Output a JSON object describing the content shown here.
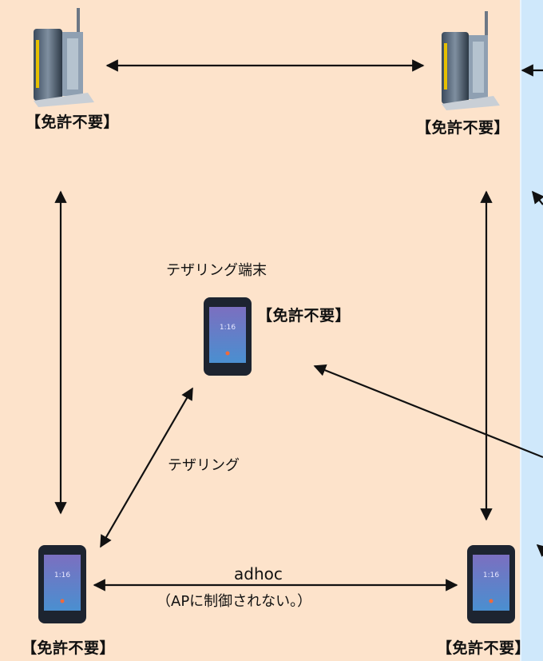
{
  "nodes": {
    "router_left": {
      "label": "【免許不要】"
    },
    "router_right": {
      "label": "【免許不要】"
    },
    "tether_phone": {
      "title": "テザリング端末",
      "label": "【免許不要】",
      "screen_time": "1:16"
    },
    "phone_left": {
      "label": "【免許不要】",
      "screen_time": "1:16"
    },
    "phone_right": {
      "label": "【免許不要】",
      "screen_time": "1:16"
    }
  },
  "edges": {
    "tethering_label": "テザリング",
    "adhoc_label": "adhoc",
    "adhoc_note": "（APに制御されない。）"
  },
  "colors": {
    "background": "#fde3cb",
    "right_panel": "#cfe8fb",
    "arrow": "#111111",
    "phone_screen": "#6b5fae"
  }
}
